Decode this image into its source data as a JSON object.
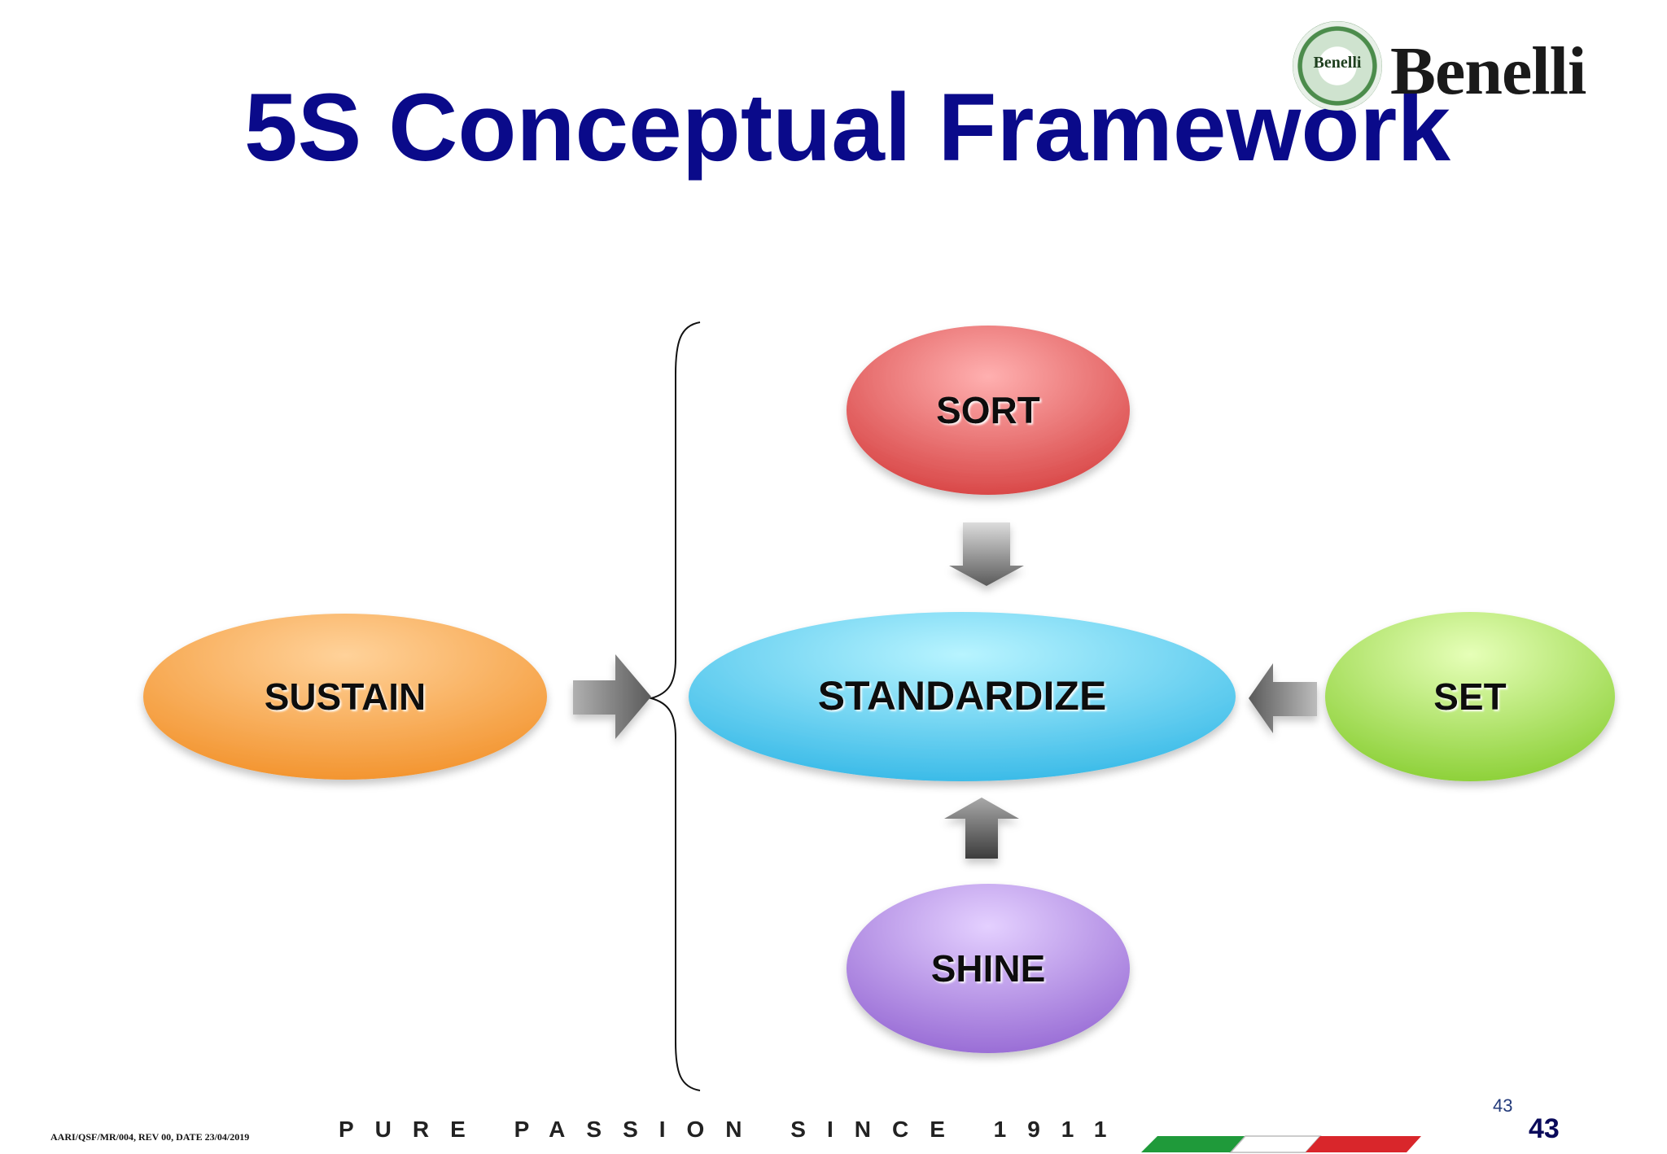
{
  "slide": {
    "title": "5S Conceptual Framework",
    "page_number_small": "43",
    "page_number_large": "43"
  },
  "logo": {
    "seal_text": "Benelli",
    "wordmark": "Benelli"
  },
  "diagram": {
    "center": {
      "label": "STANDARDIZE",
      "color": "#4fc8ef"
    },
    "nodes": [
      {
        "id": "sort",
        "label": "SORT",
        "color": "#e05656"
      },
      {
        "id": "set",
        "label": "SET",
        "color": "#9fd94a"
      },
      {
        "id": "shine",
        "label": "SHINE",
        "color": "#a97fdc"
      },
      {
        "id": "sustain",
        "label": "SUSTAIN",
        "color": "#f7a040"
      }
    ],
    "arrows": [
      {
        "from": "sort",
        "to": "center",
        "direction": "down"
      },
      {
        "from": "set",
        "to": "center",
        "direction": "left"
      },
      {
        "from": "shine",
        "to": "center",
        "direction": "up"
      },
      {
        "from": "sustain",
        "to": "group",
        "direction": "right"
      }
    ]
  },
  "footer": {
    "doc_code": "AARI/QSF/MR/004, REV 00, DATE 23/04/2019",
    "tagline": "PURE PASSION SINCE 1911",
    "flag_colors": [
      "#1f9a3a",
      "#ffffff",
      "#d9262b"
    ]
  }
}
